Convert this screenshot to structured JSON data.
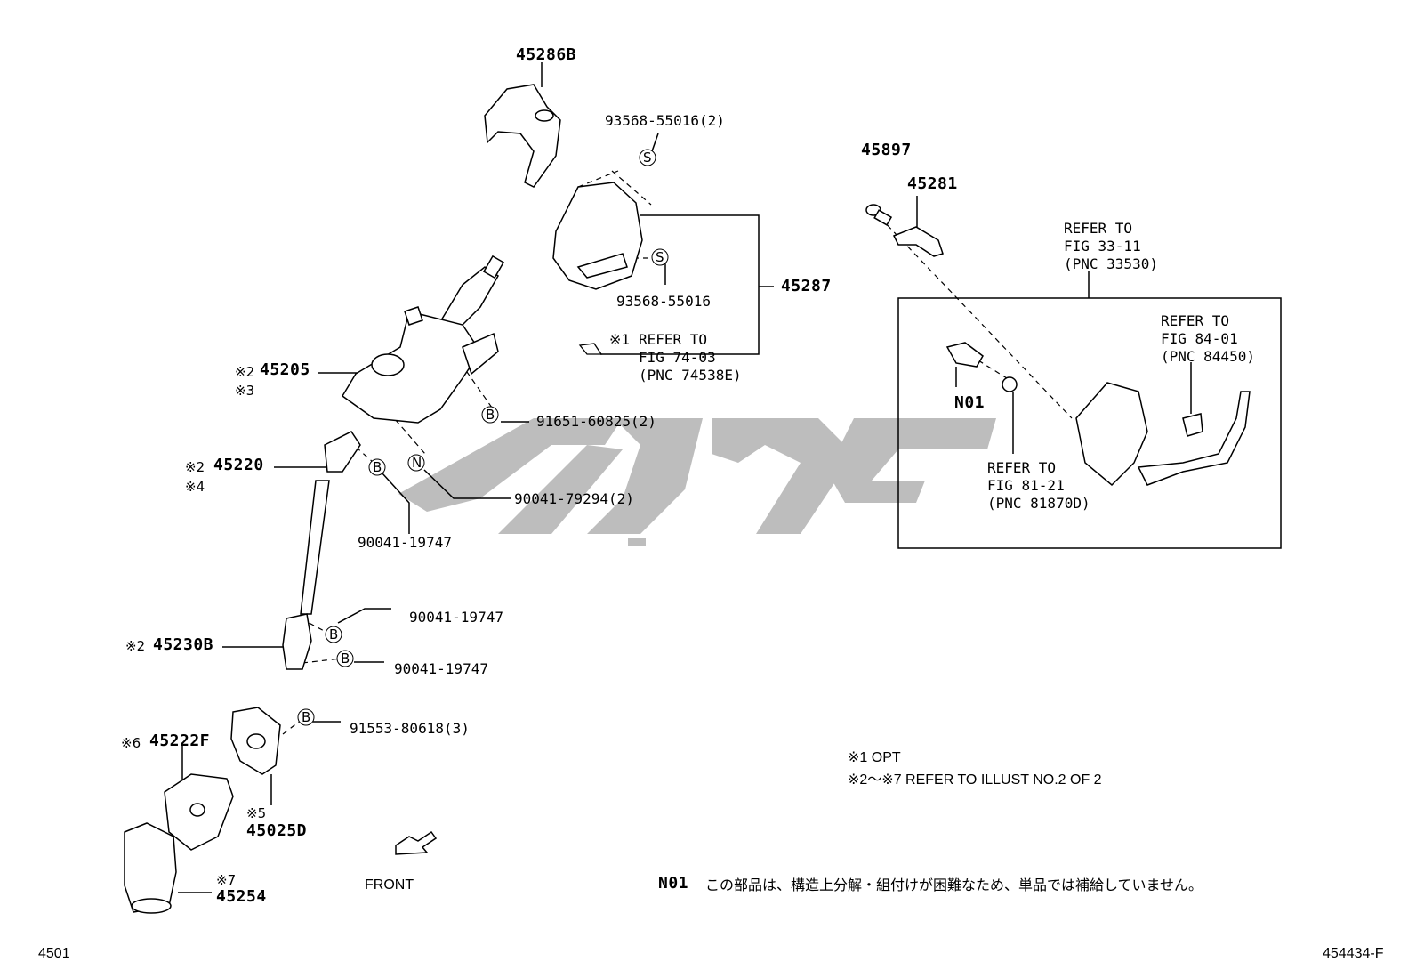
{
  "parts": {
    "p45286B": "45286B",
    "p93568_55016_2": "93568-55016(2)",
    "p93568_55016": "93568-55016",
    "p45287": "45287",
    "ref74_marker": "※1",
    "ref74_line1": "REFER TO",
    "ref74_line2": "FIG 74-03",
    "ref74_line3": "(PNC 74538E)",
    "p45205_marker": "※2",
    "p45205": "45205",
    "p45205_marker2": "※3",
    "p91651": "91651-60825(2)",
    "p45220_marker": "※2",
    "p45220": "45220",
    "p45220_marker2": "※4",
    "p90041_79294": "90041-79294(2)",
    "p90041_19747_a": "90041-19747",
    "p90041_19747_b": "90041-19747",
    "p90041_19747_c": "90041-19747",
    "p45230B_marker": "※2",
    "p45230B": "45230B",
    "p91553": "91553-80618(3)",
    "p45222F_marker": "※6",
    "p45222F": "45222F",
    "p45025D_marker": "※5",
    "p45025D": "45025D",
    "p45254_marker": "※7",
    "p45254": "45254",
    "front": "FRONT",
    "p45897": "45897",
    "p45281": "45281",
    "ref33_line1": "REFER TO",
    "ref33_line2": "FIG 33-11",
    "ref33_line3": "(PNC 33530)",
    "ref84_line1": "REFER TO",
    "ref84_line2": "FIG 84-01",
    "ref84_line3": "(PNC 84450)",
    "n01": "N01",
    "ref81_line1": "REFER TO",
    "ref81_line2": "FIG 81-21",
    "ref81_line3": "(PNC 81870D)"
  },
  "notes": {
    "note1": "※1 OPT",
    "note2": "※2～※7 REFER TO ILLUST NO.2 OF 2",
    "n01_label": "N01",
    "n01_text": "この部品は、構造上分解・組付けが困難なため、単品では補給していません。"
  },
  "footer": {
    "left_code": "4501",
    "right_code": "454434-F"
  },
  "markers": {
    "s": "S",
    "b": "B",
    "n": "N"
  },
  "colors": {
    "line": "#000000",
    "watermark": "#bdbdbd"
  }
}
